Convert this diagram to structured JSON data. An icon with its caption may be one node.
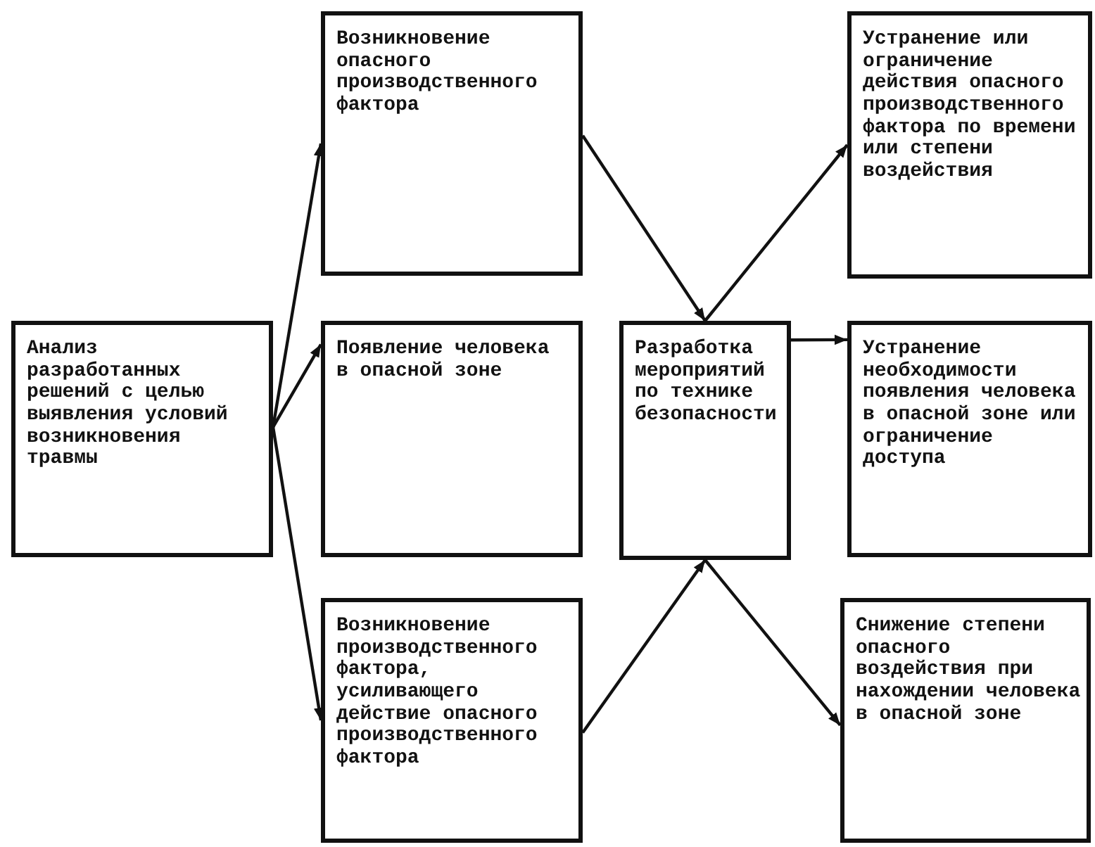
{
  "diagram": {
    "nodes": [
      {
        "text": [
          "Анализ разработанных решений с целью выявления условий возникновения травмы"
        ]
      },
      {
        "text": [
          "Возникновение опасного производственного фактора"
        ]
      },
      {
        "text": [
          "Появление человека в опасной зоне"
        ]
      },
      {
        "text": [
          "Возникновение производственного фактора, усиливающего действие опасного производственного фактора"
        ]
      },
      {
        "text": [
          "Разработка мероприятий по технике безопасности"
        ]
      },
      {
        "text": [
          "Устранение или ограничение действия опасного производственного фактора по времени или степени воздействия"
        ]
      },
      {
        "text": [
          "Устранение необходимости появления человека в опасной зоне или ограничение доступа"
        ]
      },
      {
        "text": [
          "Снижение степени опасного воздействия при нахождении человека в опасной зоне"
        ]
      }
    ],
    "edges": [
      {
        "from": 0,
        "to": 1,
        "arrow": "to"
      },
      {
        "from": 0,
        "to": 2,
        "arrow": "to"
      },
      {
        "from": 0,
        "to": 3,
        "arrow": "to"
      },
      {
        "from": 1,
        "to": 4,
        "arrow": "to"
      },
      {
        "from": 3,
        "to": 4,
        "arrow": "to"
      },
      {
        "from": 4,
        "to": 5,
        "arrow": "to"
      },
      {
        "from": 4,
        "to": 6,
        "arrow": "to"
      },
      {
        "from": 4,
        "to": 7,
        "arrow": "to"
      }
    ]
  }
}
